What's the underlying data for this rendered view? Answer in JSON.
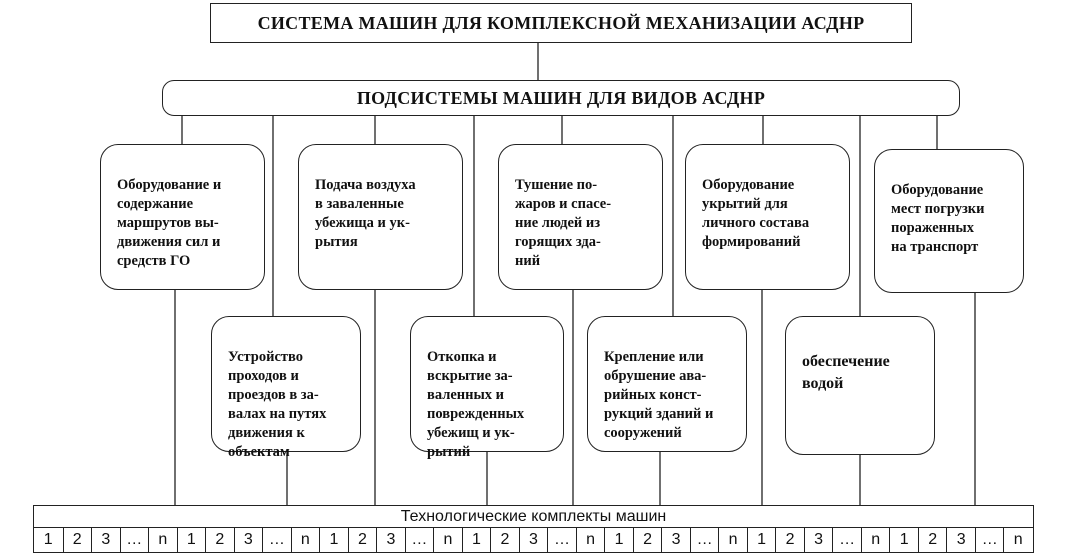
{
  "title": "СИСТЕМА МАШИН ДЛЯ КОМПЛЕКСНОЙ МЕХАНИЗАЦИИ АСДНР",
  "subtitle": "ПОДСИСТЕМЫ МАШИН ДЛЯ ВИДОВ АСДНР",
  "upper_nodes": [
    {
      "label": "Оборудование и\nсодержание\nмаршрутов вы-\nдвижения сил и\nсредств ГО"
    },
    {
      "label": "Подача воздуха\nв заваленные\nубежища и ук-\nрытия"
    },
    {
      "label": "Тушение по-\nжаров и спасе-\nние людей из\nгорящих зда-\nний"
    },
    {
      "label": "Оборудование\nукрытий для\nличного состава\nформирований"
    },
    {
      "label": "Оборудование\nмест погрузки\nпораженных\nна транспорт"
    }
  ],
  "lower_nodes": [
    {
      "label": "Устройство\nпроходов и\nпроездов в за-\nвалах на путях\nдвижения к\nобъектам"
    },
    {
      "label": "Откопка и\nвскрытие за-\nваленных и\nповрежденных\nубежищ и ук-\nрытий"
    },
    {
      "label": "Крепление или\nобрушение ава-\nрийных конст-\nрукций зданий и\nсооружений"
    },
    {
      "label": "обеспечение\nводой"
    }
  ],
  "table": {
    "header": "Технологические комплекты машин",
    "cells": [
      "1",
      "2",
      "3",
      "…",
      "n",
      "1",
      "2",
      "3",
      "…",
      "n",
      "1",
      "2",
      "3",
      "…",
      "n",
      "1",
      "2",
      "3",
      "…",
      "n",
      "1",
      "2",
      "3",
      "…",
      "n",
      "1",
      "2",
      "3",
      "…",
      "n",
      "1",
      "2",
      "3",
      "…",
      "n"
    ]
  }
}
